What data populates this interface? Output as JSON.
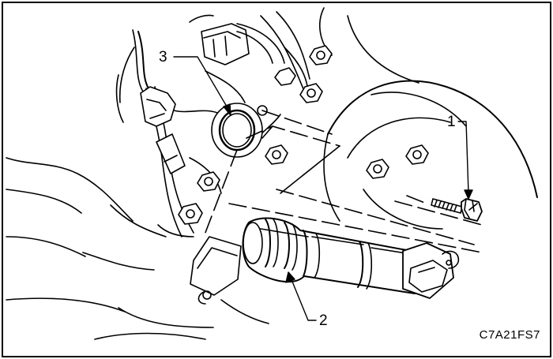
{
  "callouts": {
    "c1": "1",
    "c2": "2",
    "c3": "3"
  },
  "figure_code": "C7A21FS7",
  "colors": {
    "ink": "#000000",
    "paper": "#ffffff",
    "shade": "#d9d9d9",
    "mid_shade": "#bdbdbd"
  }
}
